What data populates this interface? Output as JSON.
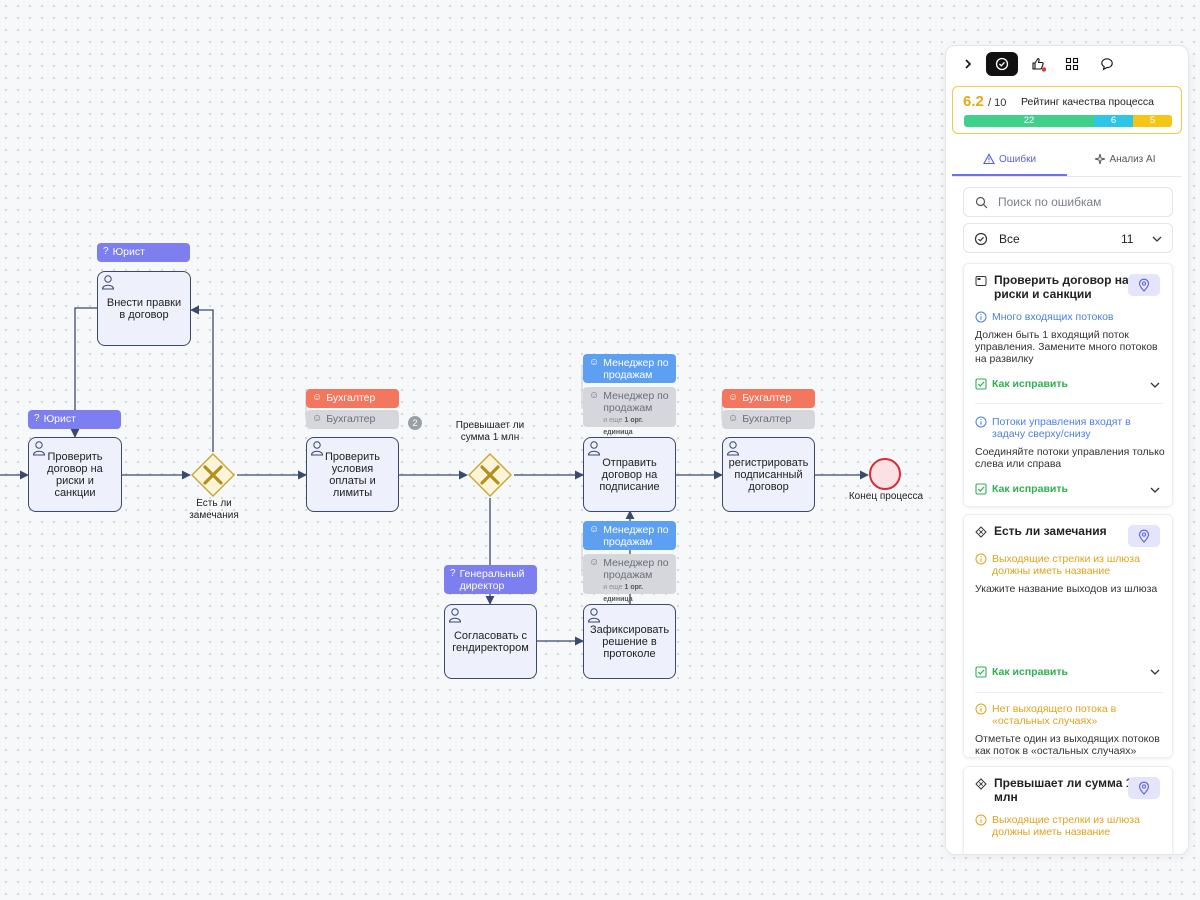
{
  "diagram": {
    "tasks": {
      "t1": "Проверить договор на риски и санкции",
      "t2": "Внести правки в договор",
      "t3": "Проверить условия оплаты и лимиты",
      "t4": "Отправить договор на подписание",
      "t5": "регистрировать подписанный договор",
      "t6": "Согласовать с гендиректором",
      "t7": "Зафиксировать решение в протоколе"
    },
    "roles": {
      "lawyer1": "Юрист",
      "lawyer2": "Юрист",
      "acc1": "Бухгалтер",
      "acc1_sub": "Бухгалтер",
      "acc_badge": "2",
      "mgr1": "Менеджер по продажам",
      "mgr1_sub": "Менеджер по продажам",
      "mgr1_more_prefix": "и еще",
      "mgr1_more": "1 орг. единица",
      "mgr2": "Менеджер по продажам",
      "mgr2_sub": "Менеджер по продажам",
      "mgr2_more_prefix": "и еще",
      "mgr2_more": "1 орг. единица",
      "acc2": "Бухгалтер",
      "acc2_sub": "Бухгалтер",
      "ceo": "Генеральный директор"
    },
    "labels": {
      "gw1": "Есть ли замечания",
      "gw2": "Превышает ли сумма 1 млн",
      "end": "Конец процесса"
    }
  },
  "panel": {
    "rating": {
      "score": "6.2",
      "outof": "/ 10",
      "title": "Рейтинг качества процесса",
      "segments": [
        {
          "label": "22",
          "value": 22,
          "color": "#3fd08a"
        },
        {
          "label": "6",
          "value": 6,
          "color": "#2ec6e6"
        },
        {
          "label": "5",
          "value": 5,
          "color": "#f5c518"
        }
      ]
    },
    "tabs": {
      "errors": "Ошибки",
      "ai": "Анализ AI"
    },
    "search_placeholder": "Поиск по ошибкам",
    "filter": {
      "label": "Все",
      "count": "11"
    },
    "fix_label": "Как исправить",
    "cards": [
      {
        "title": "Проверить договор на риски и санкции",
        "issues": [
          {
            "title": "Много входящих потоков",
            "desc": "Должен быть 1 входящий поток управления. Замените много потоков на развилку"
          },
          {
            "title": "Потоки управления входят в задачу сверху/снизу",
            "desc": "Соединяйте потоки управления только слева или справа"
          }
        ]
      },
      {
        "title": "Есть ли замечания",
        "issues": [
          {
            "title": "Выходящие стрелки из шлюза должны иметь название",
            "desc": "Укажите название выходов из шлюза"
          },
          {
            "title": "Нет выходящего потока в «остальных случаях»",
            "desc": "Отметьте один из выходящих потоков как поток в «остальных случаях»"
          }
        ]
      },
      {
        "title": "Превышает ли сумма 1 млн",
        "issues": [
          {
            "title": "Выходящие стрелки из шлюза должны иметь название"
          }
        ]
      }
    ]
  }
}
